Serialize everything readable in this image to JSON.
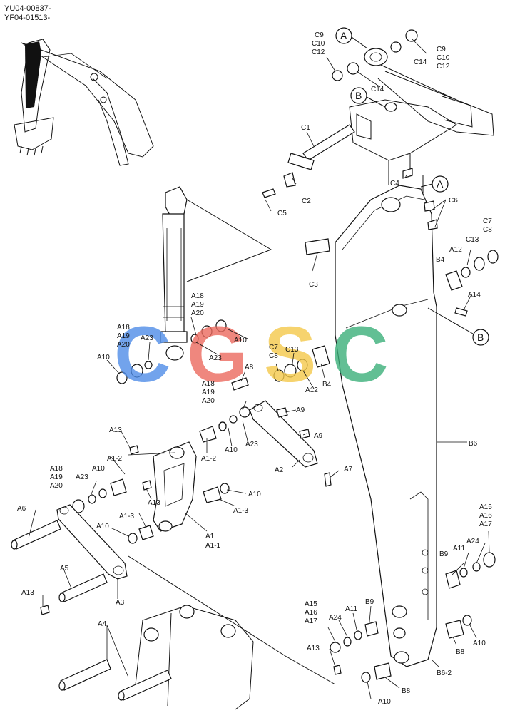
{
  "header": {
    "line1": "YU04-00837-",
    "line2": "YF04-01513-"
  },
  "watermark": {
    "letters": [
      "C",
      "G",
      "S",
      "C"
    ],
    "colors": [
      "#4f8de8",
      "#ec6a5e",
      "#f4c94a",
      "#3bb07a"
    ]
  },
  "callouts": {
    "a_top": "A",
    "b_top": "B",
    "a_right": "A",
    "b_right": "B"
  },
  "labels": {
    "c9_l": "C9",
    "c10_l": "C10",
    "c12_l": "C12",
    "c9_r": "C9",
    "c10_r": "C10",
    "c12_r": "C12",
    "c14_a": "C14",
    "c14_b": "C14",
    "c1": "C1",
    "c2": "C2",
    "c5": "C5",
    "c4": "C4",
    "c6": "C6",
    "c7_r": "C7",
    "c8_r": "C8",
    "c13_r": "C13",
    "a12_r": "A12",
    "b4_r": "B4",
    "a14": "A14",
    "c3": "C3",
    "a18_t": "A18",
    "a19_t": "A19",
    "a20_t": "A20",
    "a18_l": "A18",
    "a19_l": "A19",
    "a20_l": "A20",
    "a23_l": "A23",
    "a10_l": "A10",
    "a23_m": "A23",
    "a10_m": "A10",
    "c7_m": "C7",
    "c8_m": "C8",
    "c13_m": "C13",
    "a12_m": "A12",
    "b4_m": "B4",
    "a8": "A8",
    "a18_m": "A18",
    "a19_m": "A19",
    "a20_m": "A20",
    "a9_a": "A9",
    "a9_b": "A9",
    "a10_c": "A10",
    "a23_c": "A23",
    "a2": "A2",
    "a7": "A7",
    "a13_a": "A13",
    "a1_2_a": "A1-2",
    "a1_2_b": "A1-2",
    "a18_b": "A18",
    "a19_b": "A19",
    "a20_b": "A20",
    "a23_b": "A23",
    "a10_b": "A10",
    "a13_b": "A13",
    "a10_d": "A10",
    "a1_3_a": "A1-3",
    "a1_3_b": "A1-3",
    "a10_e": "A10",
    "a1": "A1",
    "a1_1": "A1-1",
    "a6": "A6",
    "a5": "A5",
    "a3": "A3",
    "a13_c": "A13",
    "a4": "A4",
    "b6": "B6",
    "a15_r": "A15",
    "a16_r": "A16",
    "a17_r": "A17",
    "a24_r": "A24",
    "a11_r": "A11",
    "b9_r": "B9",
    "a15_m": "A15",
    "a16_m": "A16",
    "a17_m": "A17",
    "a24_m": "A24",
    "a11_m": "A11",
    "b9_m": "B9",
    "a13_d": "A13",
    "b8_r": "B8",
    "a10_f": "A10",
    "a10_g": "A10",
    "b8_b": "B8",
    "b6_2": "B6-2"
  }
}
